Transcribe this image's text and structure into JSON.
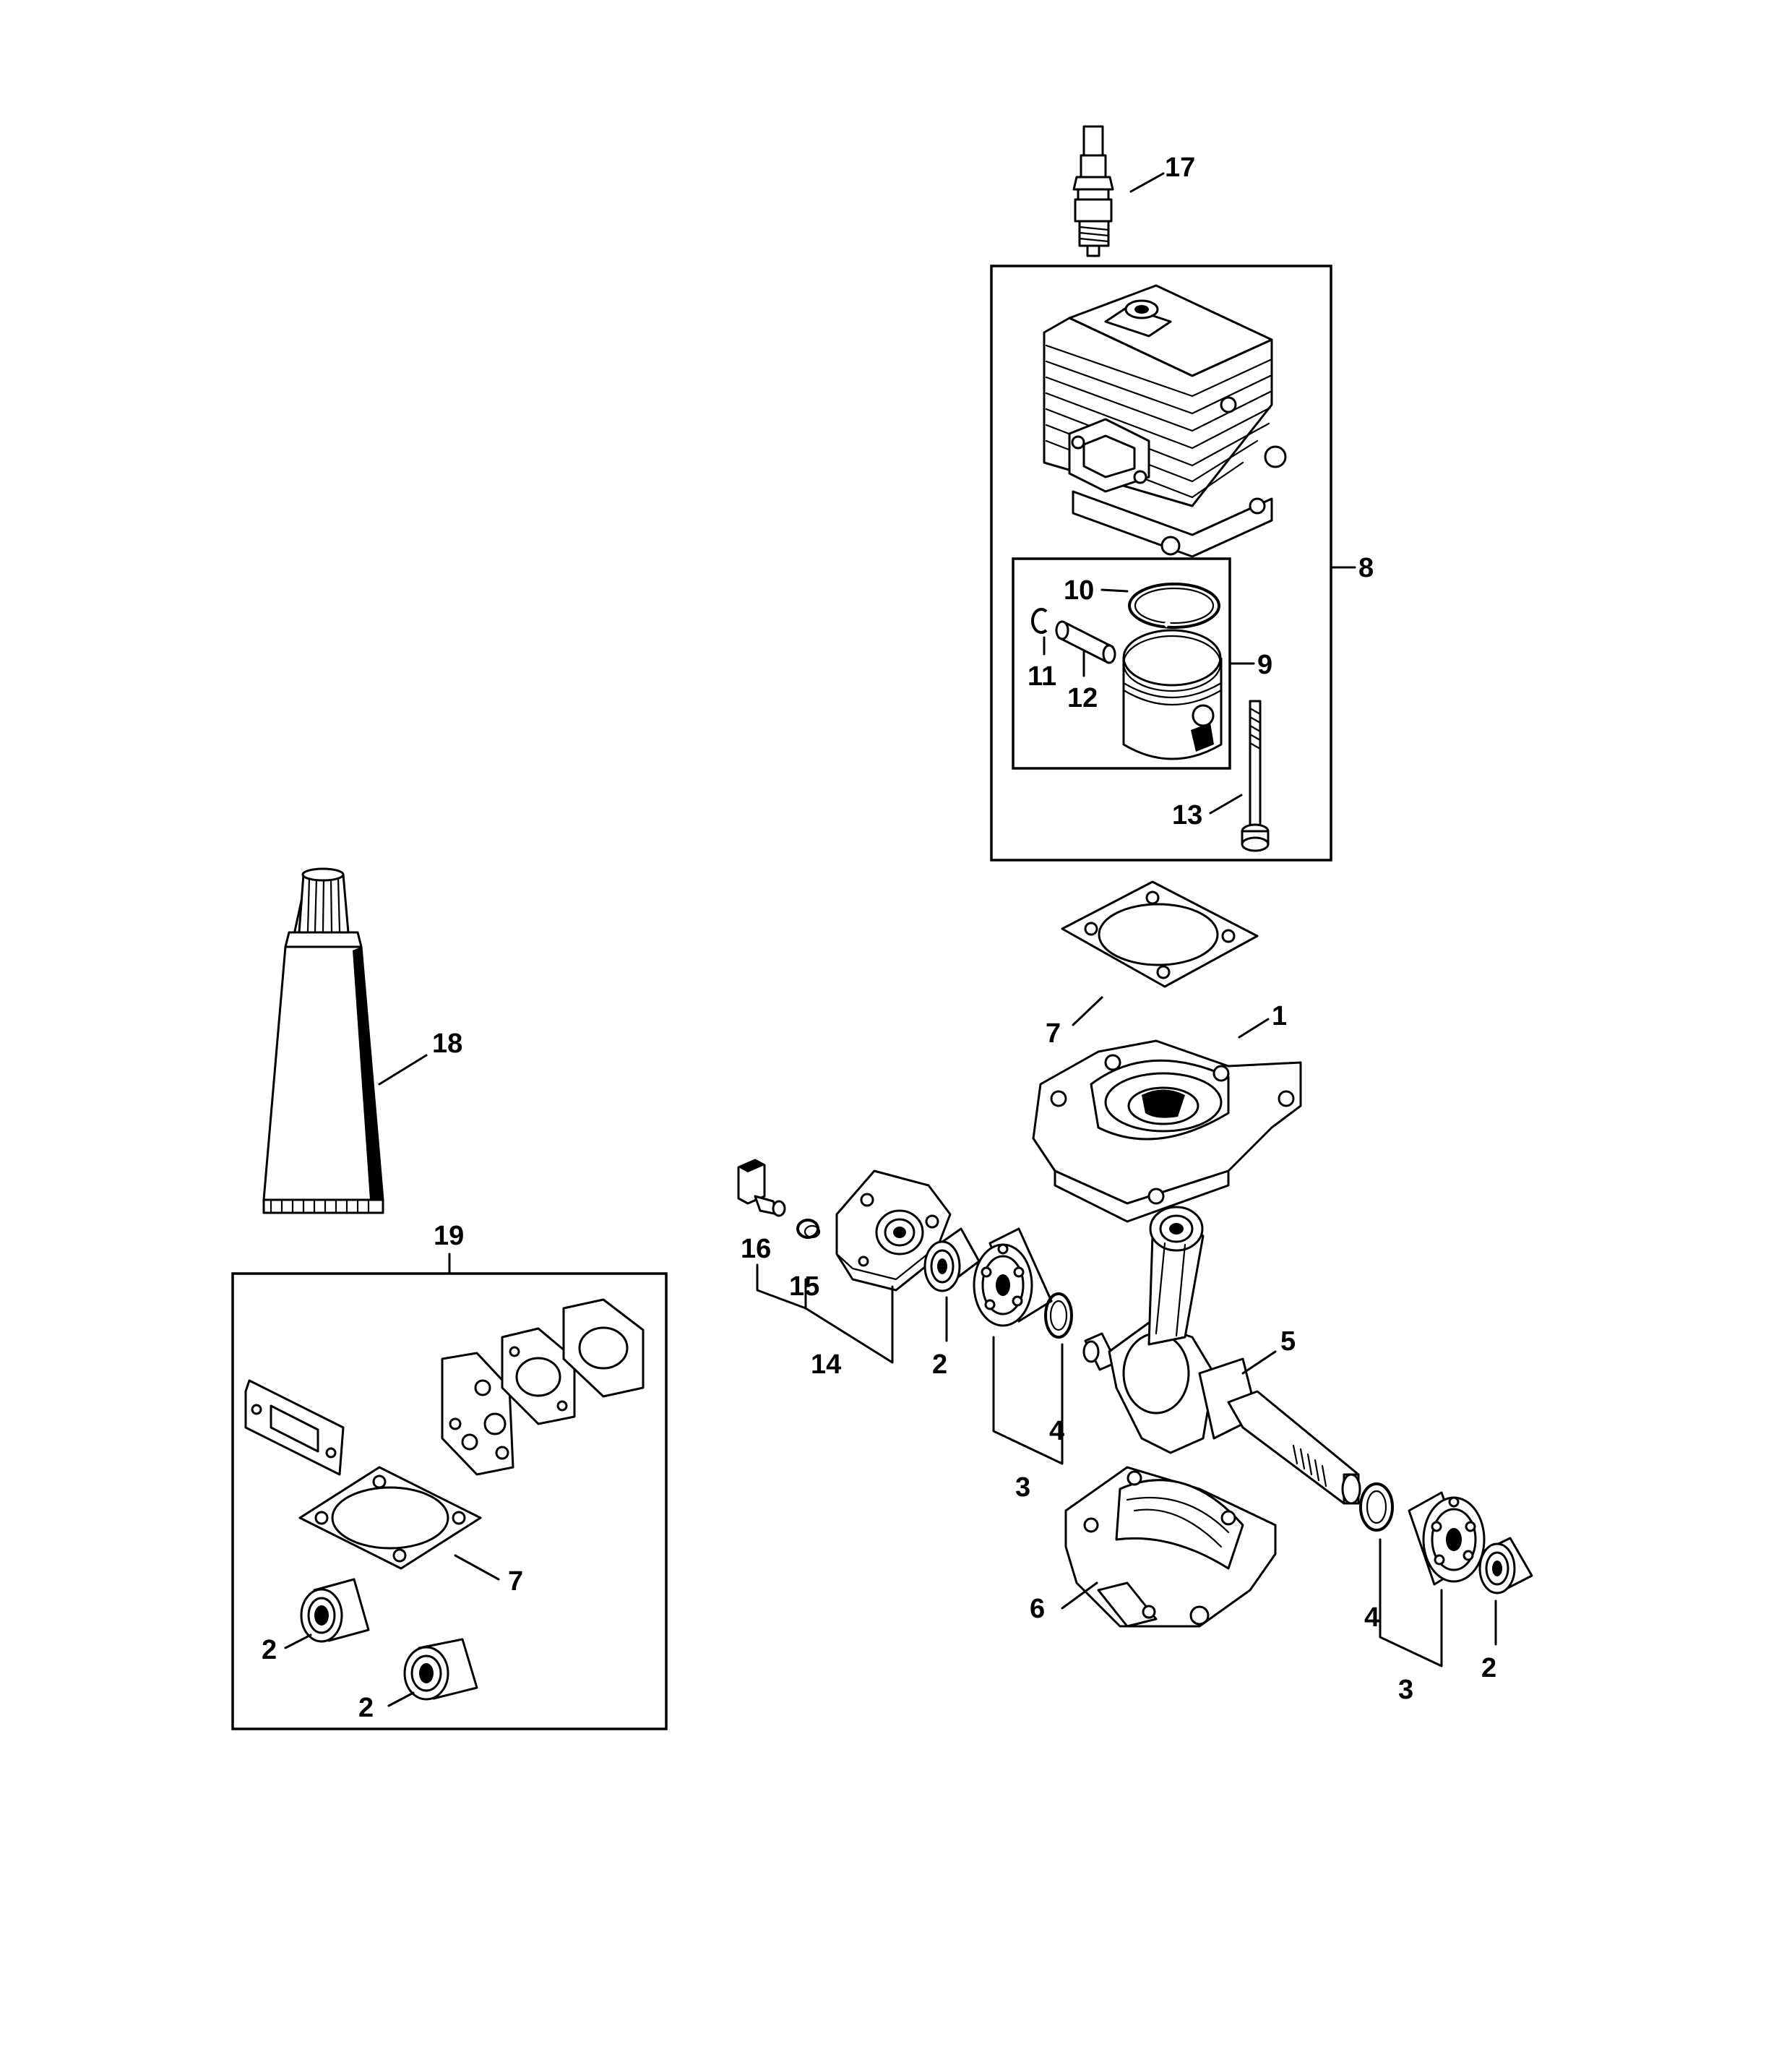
{
  "diagram": {
    "callouts": {
      "spark_plug": "17",
      "cylinder_assembly": "8",
      "piston_ring": "10",
      "snap_ring": "11",
      "piston_pin": "12",
      "piston": "9",
      "screw": "13",
      "cylinder_gasket": "7",
      "crankcase_upper": "1",
      "grease_tube": "18",
      "gasket_set": "19",
      "kit_gasket": "7",
      "kit_oil_seal_a": "2",
      "kit_oil_seal_b": "2",
      "pickup": "16",
      "spring": "15",
      "bearing_housing": "14",
      "oil_seal_left": "2",
      "ball_bearing_left": "3",
      "washer_left": "4",
      "crankshaft": "5",
      "crankcase_lower": "6",
      "washer_right": "4",
      "ball_bearing_right": "3",
      "oil_seal_right": "2"
    }
  }
}
